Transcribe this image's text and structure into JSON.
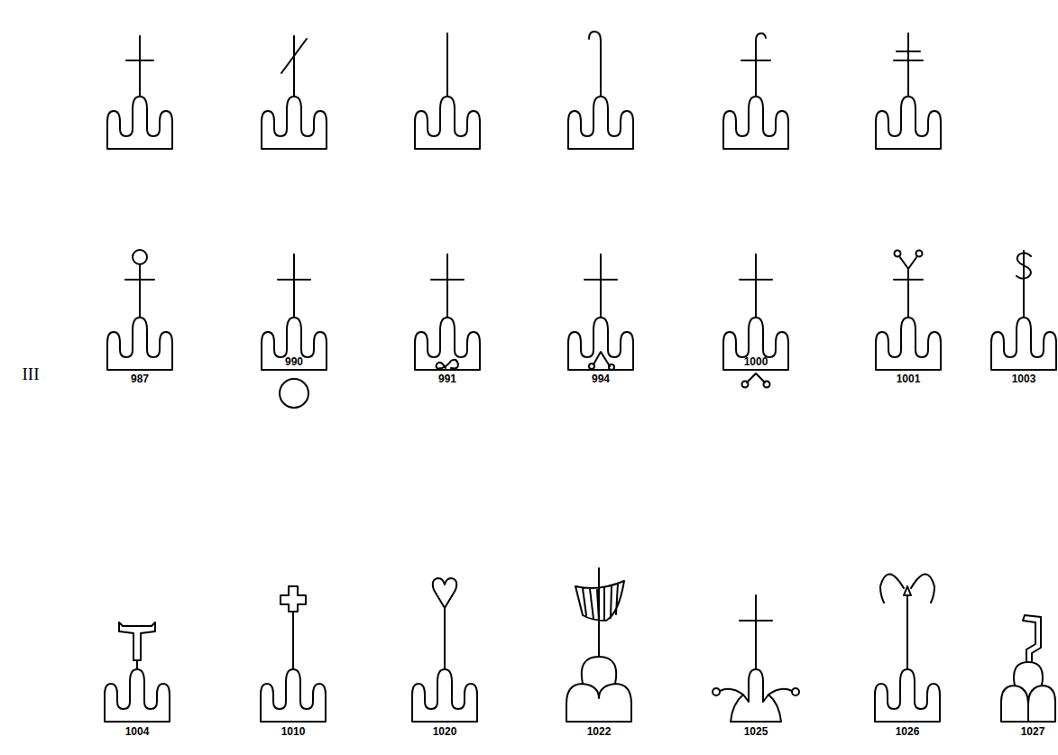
{
  "diagram": {
    "labels": [
      "III",
      "987",
      "990",
      "991",
      "994",
      "1000",
      "1001",
      "1003",
      "1004",
      "1010",
      "1020",
      "1022",
      "1025",
      "1026",
      "1027"
    ]
  }
}
